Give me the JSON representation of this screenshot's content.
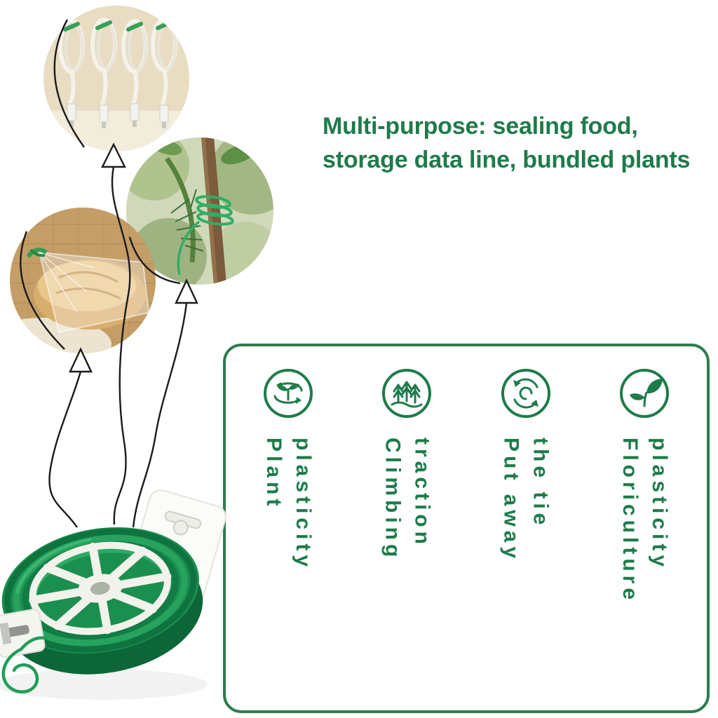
{
  "heading": {
    "line1": "Multi-purpose: sealing food,",
    "line2": "storage data line, bundled plants"
  },
  "features": {
    "items": [
      {
        "line1": "Plant",
        "line2": "plasticity",
        "icon": "plant-plasticity-icon"
      },
      {
        "line1": "Climbing",
        "line2": "traction",
        "icon": "climbing-traction-icon"
      },
      {
        "line1": "Put away",
        "line2": "the tie",
        "icon": "put-away-the-tie-icon"
      },
      {
        "line1": "Floriculture",
        "line2": "plasticity",
        "icon": "floriculture-plasticity-icon"
      }
    ]
  },
  "photos": {
    "cables": "usb-cables-bundled-with-green-ties",
    "plant": "plant-stem-tied-to-branch-with-wire",
    "bread": "bread-bag-sealed-with-twist-tie",
    "product": "green-twist-tie-wire-spool"
  },
  "colors": {
    "accent_green": "#1e7b4a",
    "panel_border": "#2c7d4e",
    "wire_green": "#1f9e57",
    "string_black": "#1b1b1b"
  }
}
